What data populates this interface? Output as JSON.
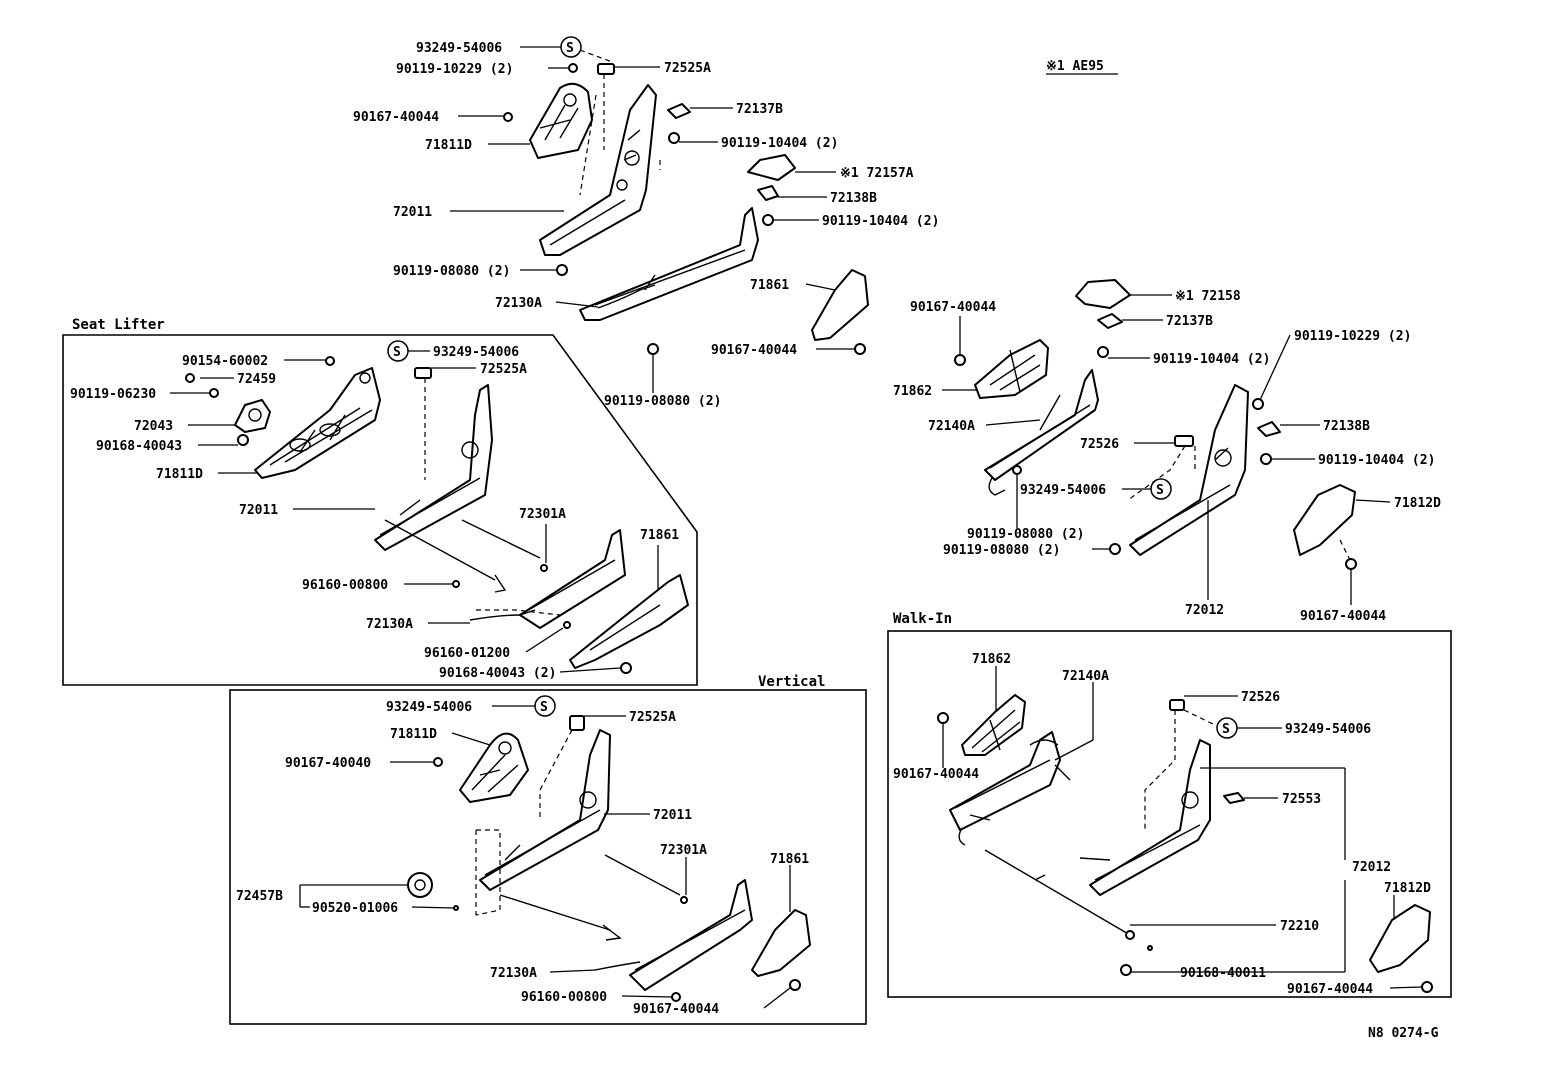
{
  "note_header": "※1  AE95",
  "diagram_code": "N8 0274-G",
  "sections": {
    "seat_lifter": "Seat Lifter",
    "vertical": "Vertical",
    "walk_in": "Walk-In"
  },
  "labels": {
    "a1": "93249-54006",
    "a2": "90119-10229 (2)",
    "a3": "72525A",
    "a4": "90167-40044",
    "a5": "72137B",
    "a6": "71811D",
    "a7": "90119-10404 (2)",
    "a8": "※1  72157A",
    "a9": "72138B",
    "a10": "72011",
    "a11": "90119-10404 (2)",
    "a12": "90119-08080 (2)",
    "a13": "71861",
    "a14": "72130A",
    "a15": "90167-40044",
    "a16": "90119-08080 (2)",
    "b1": "90167-40044",
    "b2": "※1  72158",
    "b3": "72137B",
    "b4": "90119-10229 (2)",
    "b5": "90119-10404 (2)",
    "b6": "71862",
    "b7": "72140A",
    "b8": "72138B",
    "b9": "72526",
    "b10": "90119-10404 (2)",
    "b11": "93249-54006",
    "b12": "71812D",
    "b13": "90119-08080 (2)",
    "b14": "90119-08080 (2)",
    "b15": "72012",
    "b16": "90167-40044",
    "c1": "93249-54006",
    "c2": "90154-60002",
    "c3": "72525A",
    "c4": "90119-06230",
    "c5": "72459",
    "c6": "72043",
    "c7": "90168-40043",
    "c8": "71811D",
    "c9": "72011",
    "c10": "72301A",
    "c11": "71861",
    "c12": "96160-00800",
    "c13": "72130A",
    "c14": "96160-01200",
    "c15": "90168-40043 (2)",
    "d1": "93249-54006",
    "d2": "72525A",
    "d3": "71811D",
    "d4": "90167-40040",
    "d5": "72011",
    "d6": "72301A",
    "d7": "71861",
    "d8": "72457B",
    "d9": "90520-01006",
    "d10": "72130A",
    "d11": "96160-00800",
    "d12": "90167-40044",
    "e1": "71862",
    "e2": "72140A",
    "e3": "72526",
    "e4": "93249-54006",
    "e5": "90167-40044",
    "e6": "72553",
    "e7": "72012",
    "e8": "71812D",
    "e9": "72210",
    "e10": "90168-40011",
    "e11": "90167-40044"
  },
  "s_mark": "S"
}
